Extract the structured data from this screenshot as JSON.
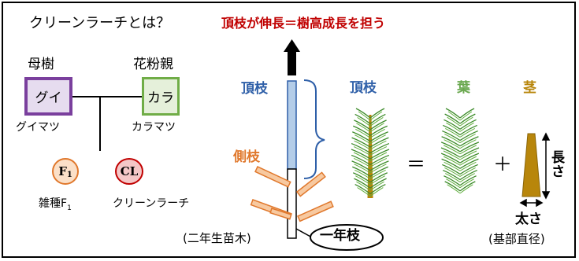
{
  "title": "クリーンラーチとは？",
  "headline": "頂枝が伸長＝樹高成長を担う",
  "pedigree": {
    "mother_label": "母樹",
    "father_label": "花粉親",
    "mother_box": "グイ",
    "father_box": "カラ",
    "mother_species": "グイマツ",
    "father_species": "カラマツ",
    "f1_badge": "F",
    "f1_badge_sub": "1",
    "cl_badge": "CL",
    "f1_caption": "雑種F",
    "f1_caption_sub": "1",
    "cl_caption": "クリーンラーチ"
  },
  "seedling": {
    "apical_label": "頂枝",
    "lateral_label": "側枝",
    "seedling_caption": "(二年生苗木)",
    "one_year_branch": "一年枝"
  },
  "decomposition": {
    "apical_label": "頂枝",
    "equals": "＝",
    "needles_label": "葉",
    "plus": "＋",
    "stem_label": "茎",
    "length_label_1": "長",
    "length_label_2": "さ",
    "thickness_label": "太さ",
    "thickness_note": "(基部直径)"
  },
  "colors": {
    "headline_red": "#c00000",
    "apical_blue": "#2e5fa8",
    "lateral_orange": "#e0782c",
    "leaf_green": "#6aa84f",
    "stem_gold": "#b8860b",
    "mother_purple": "#7a3f9d",
    "father_green": "#70ad47"
  }
}
